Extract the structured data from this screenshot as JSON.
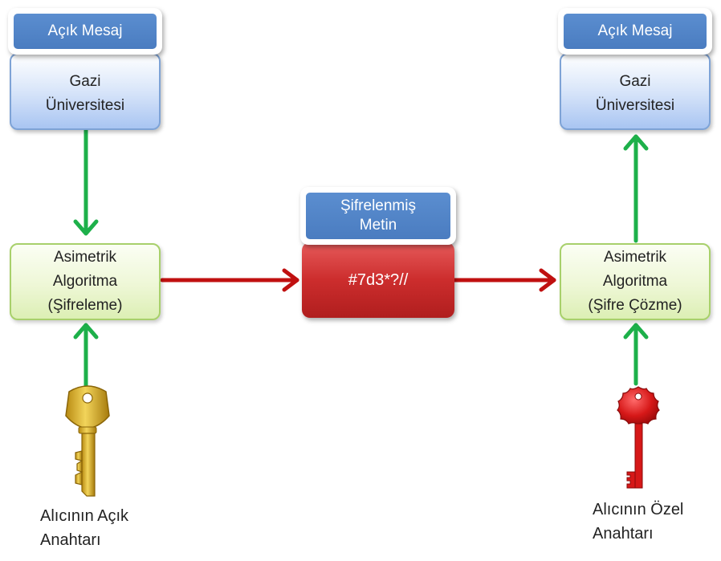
{
  "left": {
    "message_label": "Açık Mesaj",
    "message_line1": "Gazi",
    "message_line2": "Üniversitesi",
    "algo_line1": "Asimetrik",
    "algo_line2": "Algoritma",
    "algo_line3": "(Şifreleme)",
    "key_caption_line1": "Alıcının Açık",
    "key_caption_line2": "Anahtarı"
  },
  "middle": {
    "label_line1": "Şifrelenmiş",
    "label_line2": "Metin",
    "cipher_text": "#7d3*?//"
  },
  "right": {
    "message_label": "Açık Mesaj",
    "message_line1": "Gazi",
    "message_line2": "Üniversitesi",
    "algo_line1": "Asimetrik",
    "algo_line2": "Algoritma",
    "algo_line3": "(Şifre Çözme)",
    "key_caption_line1": "Alıcının Özel",
    "key_caption_line2": "Anahtarı"
  },
  "colors": {
    "flow_arrow_green": "#1db04a",
    "flow_arrow_red": "#c01010",
    "public_key": "#d9b12c",
    "private_key": "#d61818"
  }
}
